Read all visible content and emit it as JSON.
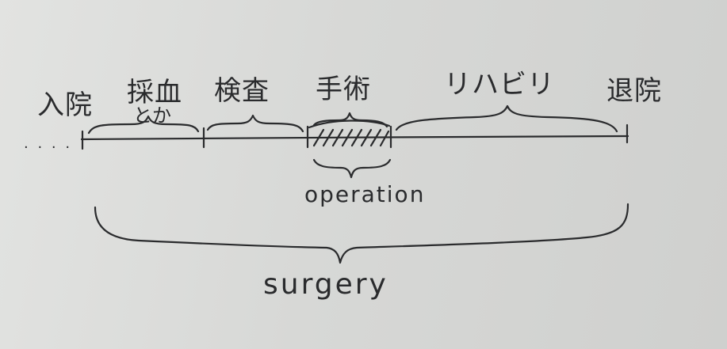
{
  "labels": {
    "admission": "入院",
    "blood_draw": "採血",
    "etc": "とか",
    "examination": "検査",
    "operation_jp": "手術",
    "rehabilitation": "リハビリ",
    "discharge": "退院",
    "operation_en": "operation",
    "surgery_en": "surgery",
    "leading_dots": "· · · ·"
  },
  "colors": {
    "ink": "#2a2b2d",
    "paper": "#d9dad8"
  }
}
